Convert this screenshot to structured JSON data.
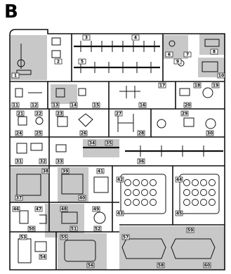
{
  "sheet": {
    "letter": "B",
    "colors": {
      "ink": "#111111",
      "shade": "#c8c8c8",
      "paper": "#ffffff"
    },
    "part_labels": [
      "1",
      "2",
      "3",
      "4",
      "5",
      "6",
      "7",
      "8",
      "9",
      "10",
      "11",
      "12",
      "13",
      "14",
      "15",
      "16",
      "17",
      "18",
      "19",
      "20",
      "21",
      "22",
      "23",
      "24",
      "25",
      "26",
      "27",
      "28",
      "29",
      "30",
      "31",
      "32",
      "33",
      "34",
      "35",
      "36",
      "37",
      "38",
      "39",
      "40",
      "41",
      "42",
      "43",
      "44",
      "45",
      "46",
      "47",
      "48",
      "49",
      "50",
      "51",
      "52",
      "53",
      "54",
      "55",
      "56",
      "57",
      "58",
      "59",
      "60"
    ]
  }
}
